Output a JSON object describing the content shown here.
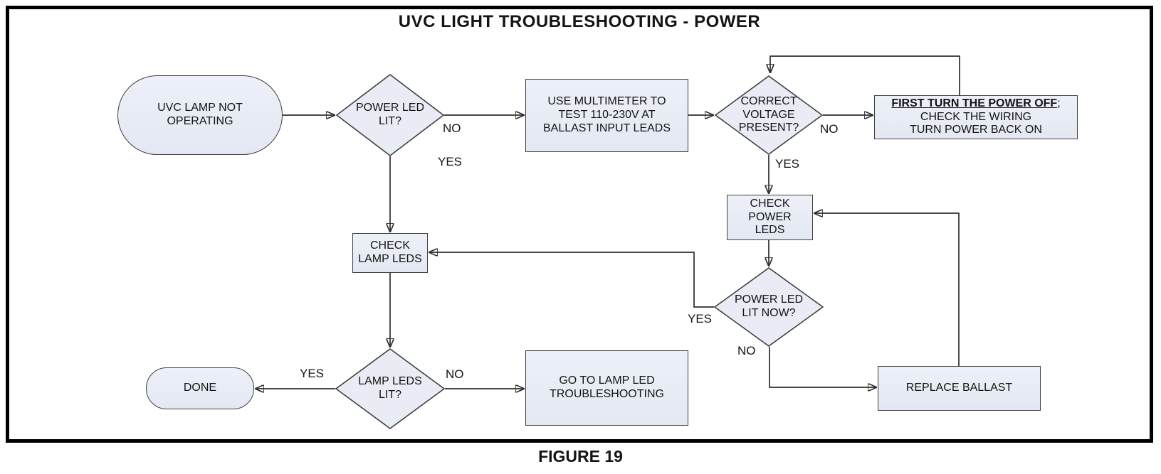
{
  "title": "UVC LIGHT TROUBLESHOOTING - POWER",
  "caption": "FIGURE 19",
  "colors": {
    "node_fill": "#e9ecf5",
    "node_border": "#3f3f3f",
    "connector": "#2e2e2e",
    "frame_border": "#000000"
  },
  "nodes": {
    "start": {
      "lines": [
        "UVC LAMP NOT",
        "OPERATING"
      ]
    },
    "power_led_lit": {
      "lines": [
        "POWER LED",
        "LIT?"
      ]
    },
    "use_multimeter": {
      "lines": [
        "USE MULTIMETER TO",
        "TEST 110-230V AT",
        "BALLAST INPUT LEADS"
      ]
    },
    "correct_voltage": {
      "lines": [
        "CORRECT",
        "VOLTAGE",
        "PRESENT?"
      ]
    },
    "power_off": {
      "emphasis": "FIRST TURN THE POWER OFF",
      "semicolon": ";",
      "lines": [
        "CHECK THE WIRING",
        "TURN POWER BACK ON"
      ]
    },
    "check_power_leds": {
      "lines": [
        "CHECK",
        "POWER",
        "LEDS"
      ]
    },
    "check_lamp_leds": {
      "lines": [
        "CHECK",
        "LAMP LEDS"
      ]
    },
    "power_led_lit_now": {
      "lines": [
        "POWER LED",
        "LIT NOW?"
      ]
    },
    "lamp_leds_lit": {
      "lines": [
        "LAMP LEDS",
        "LIT?"
      ]
    },
    "done": {
      "lines": [
        "DONE"
      ]
    },
    "goto_lamp_led": {
      "lines": [
        "GO TO LAMP LED",
        "TROUBLESHOOTING"
      ]
    },
    "replace_ballast": {
      "lines": [
        "REPLACE BALLAST"
      ]
    }
  },
  "edge_labels": {
    "power_led_lit_no": "NO",
    "power_led_lit_yes": "YES",
    "correct_voltage_no": "NO",
    "correct_voltage_yes": "YES",
    "power_led_lit_now_yes": "YES",
    "power_led_lit_now_no": "NO",
    "lamp_leds_lit_yes": "YES",
    "lamp_leds_lit_no": "NO"
  }
}
